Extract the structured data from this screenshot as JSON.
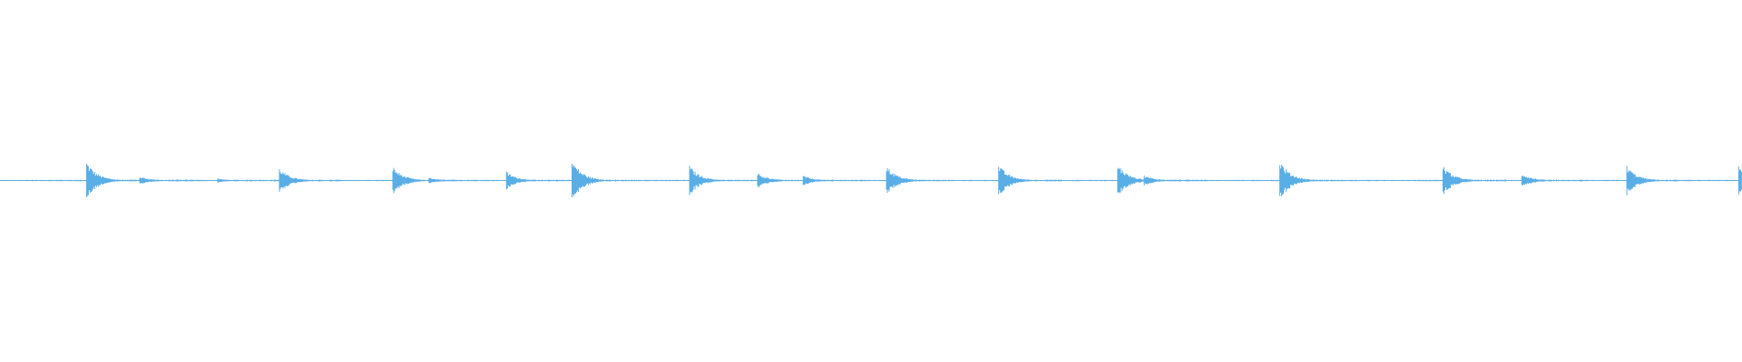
{
  "waveform": {
    "color": "#5aaee6",
    "background": "#ffffff",
    "duration_fraction_note": "",
    "transients": [
      {
        "t": 0.0497,
        "amp": 0.055
      },
      {
        "t": 0.0803,
        "amp": 0.012
      },
      {
        "t": 0.125,
        "amp": 0.006
      },
      {
        "t": 0.1604,
        "amp": 0.035
      },
      {
        "t": 0.2255,
        "amp": 0.04
      },
      {
        "t": 0.2462,
        "amp": 0.01
      },
      {
        "t": 0.2908,
        "amp": 0.025
      },
      {
        "t": 0.3284,
        "amp": 0.06
      },
      {
        "t": 0.3959,
        "amp": 0.042
      },
      {
        "t": 0.4349,
        "amp": 0.022
      },
      {
        "t": 0.4611,
        "amp": 0.014
      },
      {
        "t": 0.5089,
        "amp": 0.042
      },
      {
        "t": 0.5733,
        "amp": 0.045
      },
      {
        "t": 0.6416,
        "amp": 0.048
      },
      {
        "t": 0.6569,
        "amp": 0.015
      },
      {
        "t": 0.7347,
        "amp": 0.058
      },
      {
        "t": 0.8284,
        "amp": 0.042
      },
      {
        "t": 0.8737,
        "amp": 0.02
      },
      {
        "t": 0.9339,
        "amp": 0.042
      },
      {
        "t": 0.9981,
        "amp": 0.045
      }
    ],
    "baseline_noise": 0.0025,
    "envelope_decay": 0.006
  }
}
